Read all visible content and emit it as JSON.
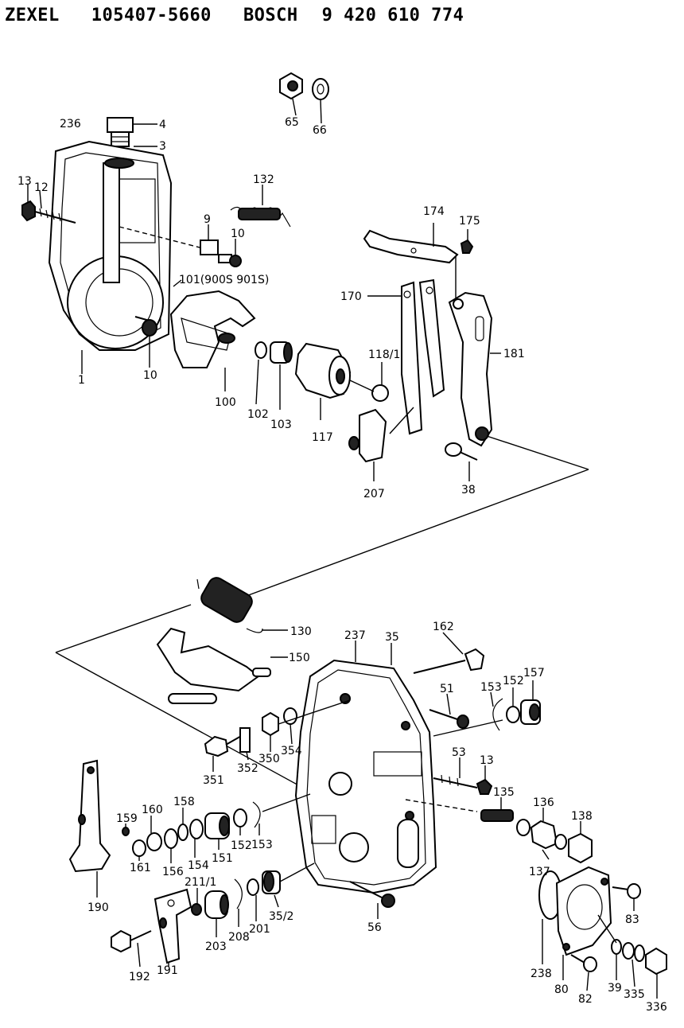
{
  "header": {
    "maker": "ZEXEL",
    "part_number": "105407-5660",
    "brand": "BOSCH",
    "brand_number": "9 420 610 774"
  },
  "callouts": [
    {
      "id": "c65",
      "text": "65"
    },
    {
      "id": "c66",
      "text": "66"
    },
    {
      "id": "c4",
      "text": "4"
    },
    {
      "id": "c3",
      "text": "3"
    },
    {
      "id": "c236",
      "text": "236"
    },
    {
      "id": "c13a",
      "text": "13"
    },
    {
      "id": "c12",
      "text": "12"
    },
    {
      "id": "c132",
      "text": "132"
    },
    {
      "id": "c9",
      "text": "9"
    },
    {
      "id": "c10a",
      "text": "10"
    },
    {
      "id": "c101",
      "text": "101(900S 901S)"
    },
    {
      "id": "c174",
      "text": "174"
    },
    {
      "id": "c175",
      "text": "175"
    },
    {
      "id": "c170",
      "text": "170"
    },
    {
      "id": "c181",
      "text": "181"
    },
    {
      "id": "c1181",
      "text": "118/1"
    },
    {
      "id": "c1",
      "text": "1"
    },
    {
      "id": "c10b",
      "text": "10"
    },
    {
      "id": "c100",
      "text": "100"
    },
    {
      "id": "c102",
      "text": "102"
    },
    {
      "id": "c103",
      "text": "103"
    },
    {
      "id": "c117",
      "text": "117"
    },
    {
      "id": "c207",
      "text": "207"
    },
    {
      "id": "c38",
      "text": "38"
    },
    {
      "id": "c130",
      "text": "130"
    },
    {
      "id": "c150",
      "text": "150"
    },
    {
      "id": "c237",
      "text": "237"
    },
    {
      "id": "c35",
      "text": "35"
    },
    {
      "id": "c162",
      "text": "162"
    },
    {
      "id": "c51",
      "text": "51"
    },
    {
      "id": "c153a",
      "text": "153"
    },
    {
      "id": "c152a",
      "text": "152"
    },
    {
      "id": "c157",
      "text": "157"
    },
    {
      "id": "c351",
      "text": "351"
    },
    {
      "id": "c352",
      "text": "352"
    },
    {
      "id": "c350",
      "text": "350"
    },
    {
      "id": "c354",
      "text": "354"
    },
    {
      "id": "c53",
      "text": "53"
    },
    {
      "id": "c13b",
      "text": "13"
    },
    {
      "id": "c135",
      "text": "135"
    },
    {
      "id": "c136",
      "text": "136"
    },
    {
      "id": "c138",
      "text": "138"
    },
    {
      "id": "c137",
      "text": "137"
    },
    {
      "id": "c159",
      "text": "159"
    },
    {
      "id": "c160",
      "text": "160"
    },
    {
      "id": "c158",
      "text": "158"
    },
    {
      "id": "c161",
      "text": "161"
    },
    {
      "id": "c156",
      "text": "156"
    },
    {
      "id": "c154",
      "text": "154"
    },
    {
      "id": "c151",
      "text": "151"
    },
    {
      "id": "c152b",
      "text": "152"
    },
    {
      "id": "c153b",
      "text": "153"
    },
    {
      "id": "c190",
      "text": "190"
    },
    {
      "id": "c2111",
      "text": "211/1"
    },
    {
      "id": "c203",
      "text": "203"
    },
    {
      "id": "c208",
      "text": "208"
    },
    {
      "id": "c201",
      "text": "201"
    },
    {
      "id": "c352b",
      "text": "35/2"
    },
    {
      "id": "c56",
      "text": "56"
    },
    {
      "id": "c83",
      "text": "83"
    },
    {
      "id": "c238",
      "text": "238"
    },
    {
      "id": "c80",
      "text": "80"
    },
    {
      "id": "c82",
      "text": "82"
    },
    {
      "id": "c39",
      "text": "39"
    },
    {
      "id": "c335",
      "text": "335"
    },
    {
      "id": "c336",
      "text": "336"
    },
    {
      "id": "c192",
      "text": "192"
    },
    {
      "id": "c191",
      "text": "191"
    }
  ]
}
